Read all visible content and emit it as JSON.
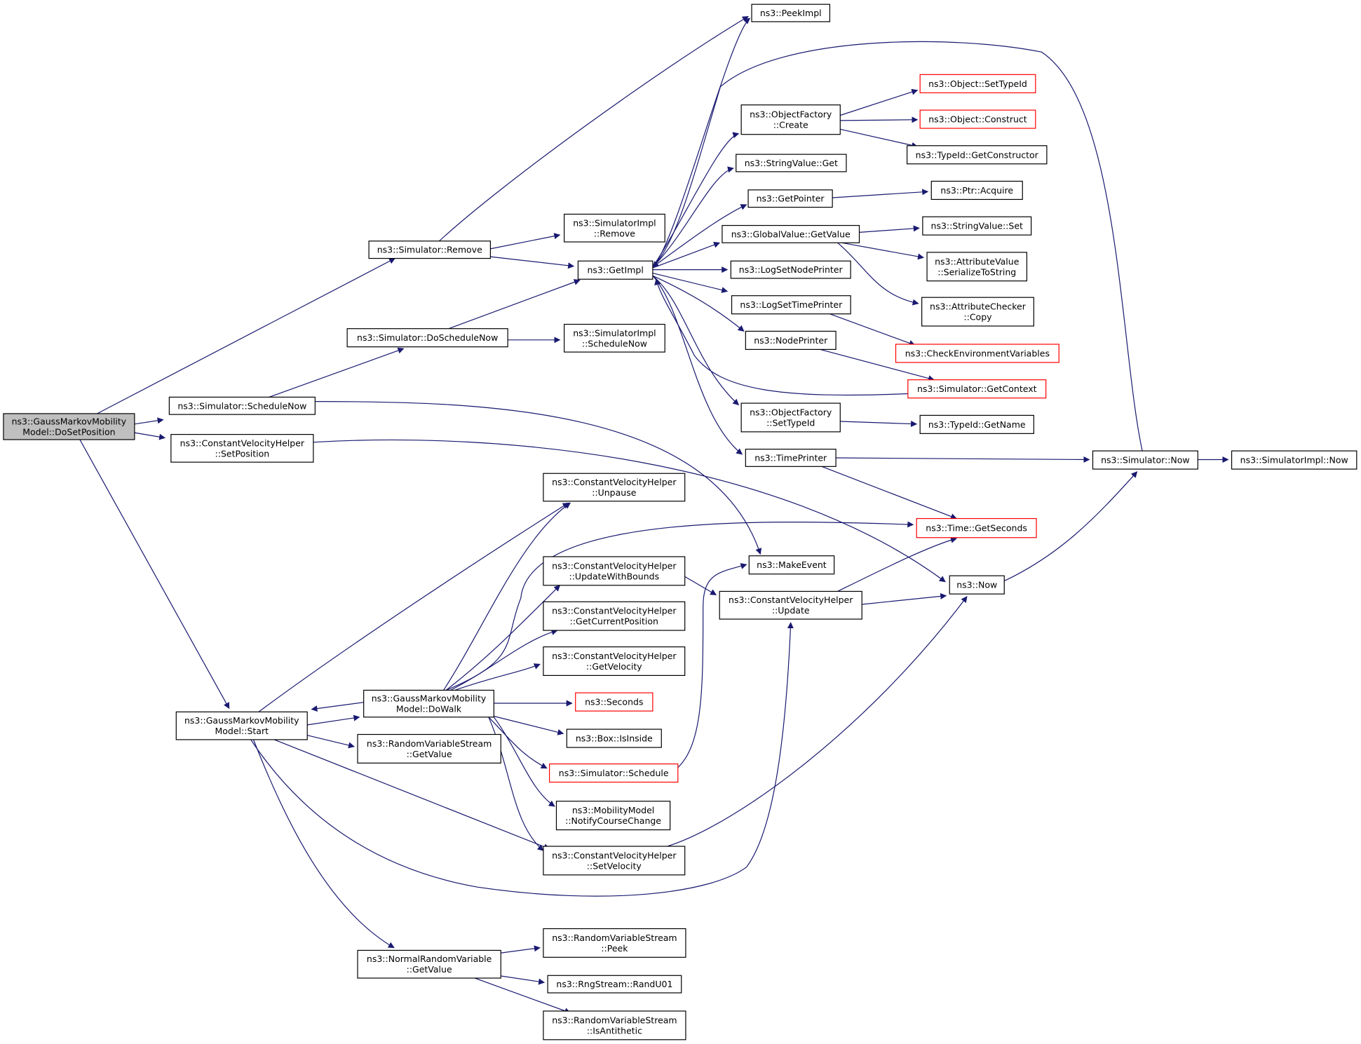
{
  "graph": {
    "colors": {
      "edge": "#191970",
      "node_border": "#000000",
      "node_border_truncated": "#ff0000",
      "node_fill": "#ffffff",
      "root_fill": "#bfbfbf"
    },
    "nodes": [
      {
        "id": "root",
        "lines": [
          "ns3::GaussMarkovMobility",
          "Model::DoSetPosition"
        ],
        "style": "root"
      },
      {
        "id": "sim_remove",
        "lines": [
          "ns3::Simulator::Remove"
        ],
        "style": "normal"
      },
      {
        "id": "sim_doschednow",
        "lines": [
          "ns3::Simulator::DoScheduleNow"
        ],
        "style": "normal"
      },
      {
        "id": "sim_schednow",
        "lines": [
          "ns3::Simulator::ScheduleNow"
        ],
        "style": "normal"
      },
      {
        "id": "cvh_setposition",
        "lines": [
          "ns3::ConstantVelocityHelper",
          "::SetPosition"
        ],
        "style": "normal"
      },
      {
        "id": "gm_start",
        "lines": [
          "ns3::GaussMarkovMobility",
          "Model::Start"
        ],
        "style": "normal"
      },
      {
        "id": "peekimpl",
        "lines": [
          "ns3::PeekImpl"
        ],
        "style": "normal"
      },
      {
        "id": "simimpl_remove",
        "lines": [
          "ns3::SimulatorImpl",
          "::Remove"
        ],
        "style": "normal"
      },
      {
        "id": "getimpl",
        "lines": [
          "ns3::GetImpl"
        ],
        "style": "normal"
      },
      {
        "id": "simimpl_schednow",
        "lines": [
          "ns3::SimulatorImpl",
          "::ScheduleNow"
        ],
        "style": "normal"
      },
      {
        "id": "of_create",
        "lines": [
          "ns3::ObjectFactory",
          "::Create"
        ],
        "style": "normal"
      },
      {
        "id": "sv_get",
        "lines": [
          "ns3::StringValue::Get"
        ],
        "style": "normal"
      },
      {
        "id": "getpointer",
        "lines": [
          "ns3::GetPointer"
        ],
        "style": "normal"
      },
      {
        "id": "gv_getvalue",
        "lines": [
          "ns3::GlobalValue::GetValue"
        ],
        "style": "normal"
      },
      {
        "id": "logsetnode",
        "lines": [
          "ns3::LogSetNodePrinter"
        ],
        "style": "normal"
      },
      {
        "id": "logsettime",
        "lines": [
          "ns3::LogSetTimePrinter"
        ],
        "style": "normal"
      },
      {
        "id": "nodeprinter",
        "lines": [
          "ns3::NodePrinter"
        ],
        "style": "normal"
      },
      {
        "id": "of_settypeid",
        "lines": [
          "ns3::ObjectFactory",
          "::SetTypeId"
        ],
        "style": "normal"
      },
      {
        "id": "timeprinter",
        "lines": [
          "ns3::TimePrinter"
        ],
        "style": "normal"
      },
      {
        "id": "obj_settypeid",
        "lines": [
          "ns3::Object::SetTypeId"
        ],
        "style": "truncated"
      },
      {
        "id": "obj_construct",
        "lines": [
          "ns3::Object::Construct"
        ],
        "style": "truncated"
      },
      {
        "id": "typeid_getctor",
        "lines": [
          "ns3::TypeId::GetConstructor"
        ],
        "style": "normal"
      },
      {
        "id": "ptr_acquire",
        "lines": [
          "ns3::Ptr::Acquire"
        ],
        "style": "normal"
      },
      {
        "id": "sv_set",
        "lines": [
          "ns3::StringValue::Set"
        ],
        "style": "normal"
      },
      {
        "id": "av_serialize",
        "lines": [
          "ns3::AttributeValue",
          "::SerializeToString"
        ],
        "style": "normal"
      },
      {
        "id": "ac_copy",
        "lines": [
          "ns3::AttributeChecker",
          "::Copy"
        ],
        "style": "normal"
      },
      {
        "id": "checkenv",
        "lines": [
          "ns3::CheckEnvironmentVariables"
        ],
        "style": "truncated"
      },
      {
        "id": "sim_getcontext",
        "lines": [
          "ns3::Simulator::GetContext"
        ],
        "style": "truncated"
      },
      {
        "id": "typeid_getname",
        "lines": [
          "ns3::TypeId::GetName"
        ],
        "style": "normal"
      },
      {
        "id": "sim_now",
        "lines": [
          "ns3::Simulator::Now"
        ],
        "style": "normal"
      },
      {
        "id": "simimpl_now",
        "lines": [
          "ns3::SimulatorImpl::Now"
        ],
        "style": "normal"
      },
      {
        "id": "time_getseconds",
        "lines": [
          "ns3::Time::GetSeconds"
        ],
        "style": "truncated"
      },
      {
        "id": "makeevent",
        "lines": [
          "ns3::MakeEvent"
        ],
        "style": "normal"
      },
      {
        "id": "now",
        "lines": [
          "ns3::Now"
        ],
        "style": "normal"
      },
      {
        "id": "cvh_update",
        "lines": [
          "ns3::ConstantVelocityHelper",
          "::Update"
        ],
        "style": "normal"
      },
      {
        "id": "cvh_unpause",
        "lines": [
          "ns3::ConstantVelocityHelper",
          "::Unpause"
        ],
        "style": "normal"
      },
      {
        "id": "cvh_updatebounds",
        "lines": [
          "ns3::ConstantVelocityHelper",
          "::UpdateWithBounds"
        ],
        "style": "normal"
      },
      {
        "id": "cvh_getcurpos",
        "lines": [
          "ns3::ConstantVelocityHelper",
          "::GetCurrentPosition"
        ],
        "style": "normal"
      },
      {
        "id": "cvh_getvelocity",
        "lines": [
          "ns3::ConstantVelocityHelper",
          "::GetVelocity"
        ],
        "style": "normal"
      },
      {
        "id": "gm_dowalk",
        "lines": [
          "ns3::GaussMarkovMobility",
          "Model::DoWalk"
        ],
        "style": "normal"
      },
      {
        "id": "seconds",
        "lines": [
          "ns3::Seconds"
        ],
        "style": "truncated"
      },
      {
        "id": "box_isinside",
        "lines": [
          "ns3::Box::IsInside"
        ],
        "style": "normal"
      },
      {
        "id": "sim_schedule",
        "lines": [
          "ns3::Simulator::Schedule"
        ],
        "style": "truncated"
      },
      {
        "id": "mm_notify",
        "lines": [
          "ns3::MobilityModel",
          "::NotifyCourseChange"
        ],
        "style": "normal"
      },
      {
        "id": "cvh_setvelocity",
        "lines": [
          "ns3::ConstantVelocityHelper",
          "::SetVelocity"
        ],
        "style": "normal"
      },
      {
        "id": "rvs_getvalue",
        "lines": [
          "ns3::RandomVariableStream",
          "::GetValue"
        ],
        "style": "normal"
      },
      {
        "id": "nrv_getvalue",
        "lines": [
          "ns3::NormalRandomVariable",
          "::GetValue"
        ],
        "style": "normal"
      },
      {
        "id": "rvs_peek",
        "lines": [
          "ns3::RandomVariableStream",
          "::Peek"
        ],
        "style": "normal"
      },
      {
        "id": "rng_randu01",
        "lines": [
          "ns3::RngStream::RandU01"
        ],
        "style": "normal"
      },
      {
        "id": "rvs_isantithetic",
        "lines": [
          "ns3::RandomVariableStream",
          "::IsAntithetic"
        ],
        "style": "normal"
      }
    ]
  }
}
